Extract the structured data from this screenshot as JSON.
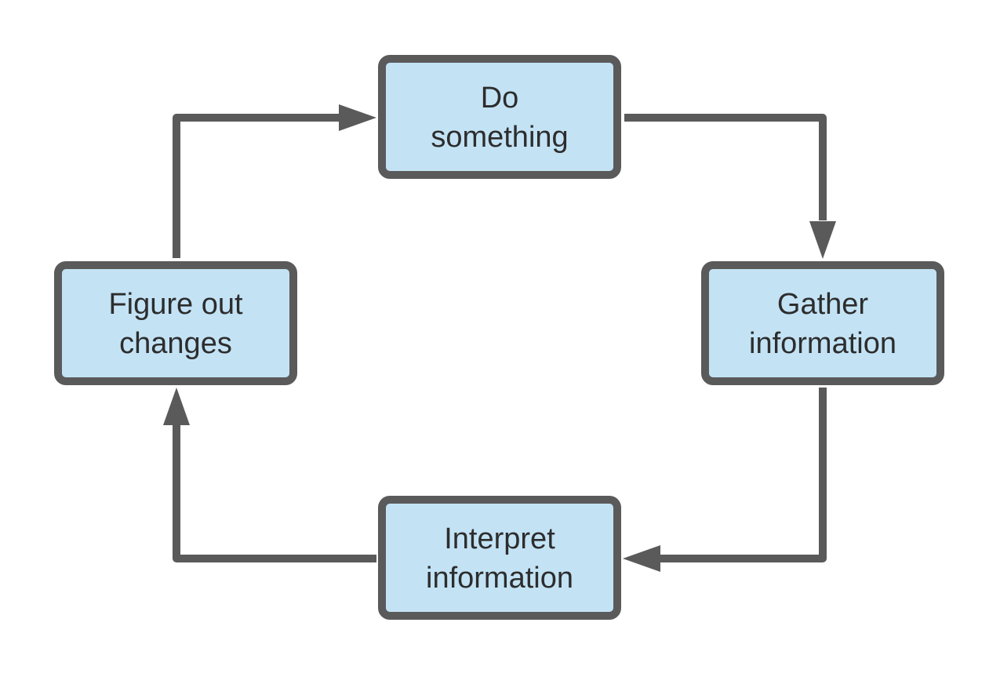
{
  "colors": {
    "box_fill": "#c3e3f5",
    "box_stroke": "#5a5a5a",
    "arrow": "#5a5a5a",
    "text": "#2d2d2d",
    "background": "#ffffff"
  },
  "nodes": [
    {
      "id": "do-something",
      "lines": [
        "Do",
        "something"
      ]
    },
    {
      "id": "gather-information",
      "lines": [
        "Gather",
        "information"
      ]
    },
    {
      "id": "interpret-information",
      "lines": [
        "Interpret",
        "information"
      ]
    },
    {
      "id": "figure-out-changes",
      "lines": [
        "Figure out",
        "changes"
      ]
    }
  ],
  "edges": [
    {
      "from": "do-something",
      "to": "gather-information"
    },
    {
      "from": "gather-information",
      "to": "interpret-information"
    },
    {
      "from": "interpret-information",
      "to": "figure-out-changes"
    },
    {
      "from": "figure-out-changes",
      "to": "do-something"
    }
  ]
}
